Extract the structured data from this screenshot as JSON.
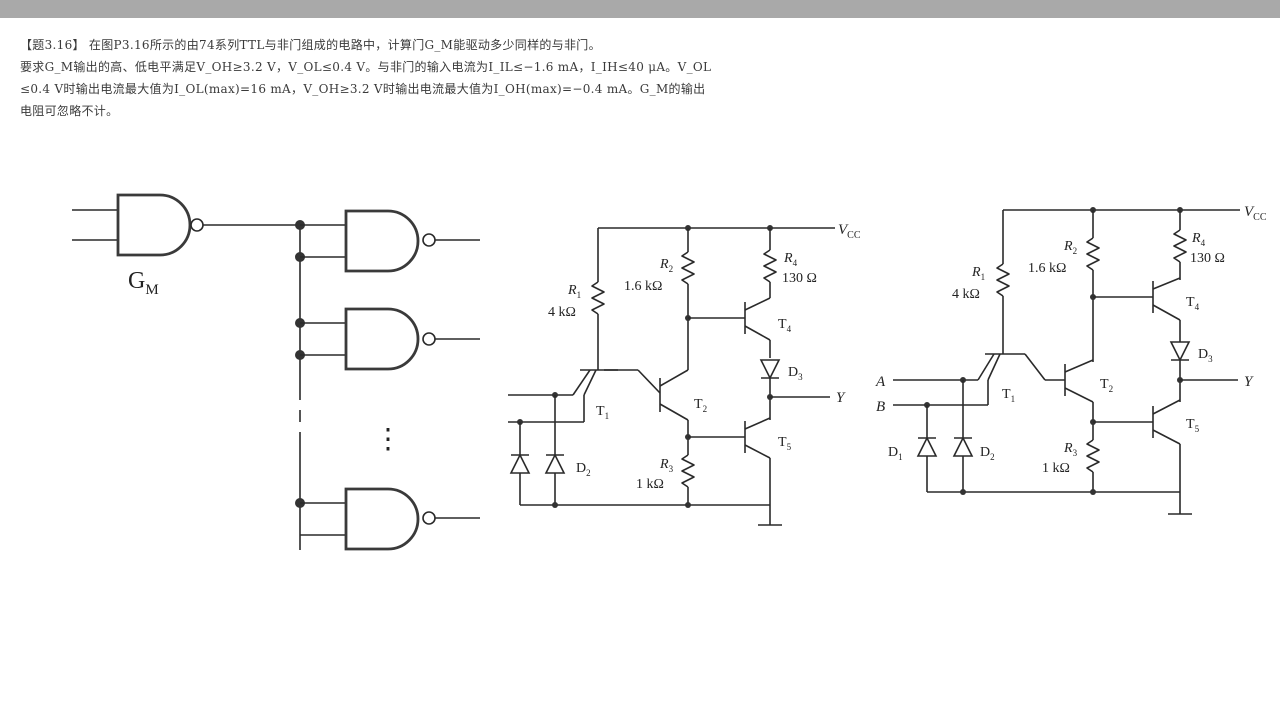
{
  "problem": {
    "lines": [
      "【题3.16】 在图P3.16所示的由74系列TTL与非门组成的电路中，计算门G_M能驱动多少同样的与非门。",
      "要求G_M输出的高、低电平满足V_OH≥3.2 V，V_OL≤0.4 V。与非门的输入电流为I_IL≤−1.6 mA，I_IH≤40 μA。V_OL",
      "≤0.4 V时输出电流最大值为I_OL(max)=16 mA，V_OH≥3.2 V时输出电流最大值为I_OH(max)=−0.4 mA。G_M的输出",
      "电阻可忽略不计。"
    ]
  },
  "gate_diagram": {
    "driver_label": "G",
    "driver_subscript": "M",
    "ellipsis": "⋮"
  },
  "circuit_left": {
    "vcc": "V",
    "vcc_sub": "CC",
    "r1": "R",
    "r1_sub": "1",
    "r1_val": "4 kΩ",
    "r2": "R",
    "r2_sub": "2",
    "r2_val": "1.6 kΩ",
    "r3": "R",
    "r3_sub": "3",
    "r3_val": "1 kΩ",
    "r4": "R",
    "r4_sub": "4",
    "r4_val": "130 Ω",
    "t1": "T",
    "t1_sub": "1",
    "t2": "T",
    "t2_sub": "2",
    "t4": "T",
    "t4_sub": "4",
    "t5": "T",
    "t5_sub": "5",
    "d2": "D",
    "d2_sub": "2",
    "d3": "D",
    "d3_sub": "3",
    "y": "Y"
  },
  "circuit_right": {
    "vcc": "V",
    "vcc_sub": "CC",
    "r1": "R",
    "r1_sub": "1",
    "r1_val": "4 kΩ",
    "r2": "R",
    "r2_sub": "2",
    "r2_val": "1.6 kΩ",
    "r3": "R",
    "r3_sub": "3",
    "r3_val": "1 kΩ",
    "r4": "R",
    "r4_sub": "4",
    "r4_val": "130 Ω",
    "t1": "T",
    "t1_sub": "1",
    "t2": "T",
    "t2_sub": "2",
    "t4": "T",
    "t4_sub": "4",
    "t5": "T",
    "t5_sub": "5",
    "d1": "D",
    "d1_sub": "1",
    "d2": "D",
    "d2_sub": "2",
    "d3": "D",
    "d3_sub": "3",
    "in_a": "A",
    "in_b": "B",
    "y": "Y"
  }
}
